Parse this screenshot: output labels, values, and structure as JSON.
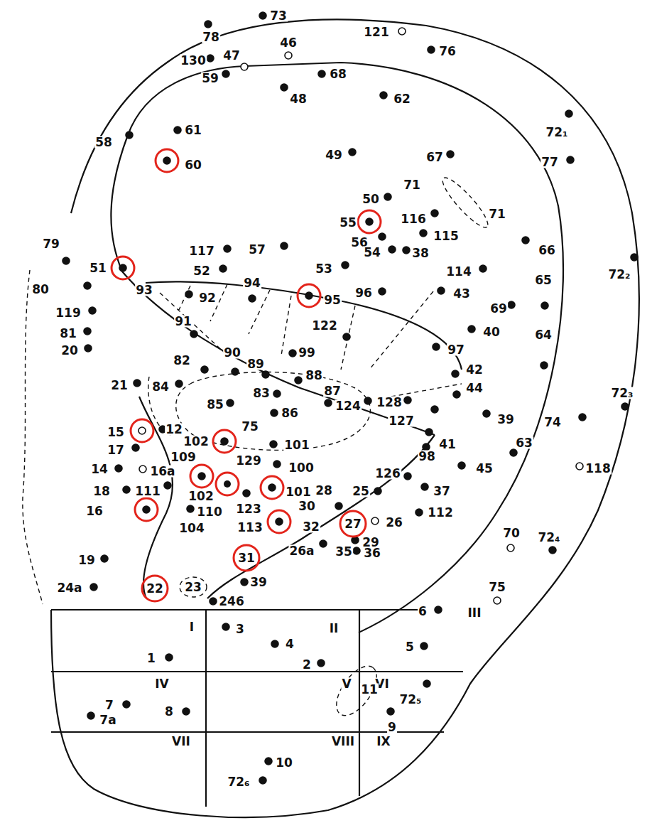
{
  "diagram": {
    "labels": [
      "73",
      "78",
      "121",
      "46",
      "130",
      "47",
      "76",
      "59",
      "68",
      "48",
      "62",
      "72₁",
      "58",
      "61",
      "60",
      "49",
      "67",
      "77",
      "71",
      "71",
      "50",
      "55",
      "116",
      "115",
      "56",
      "54",
      "38",
      "66",
      "72₂",
      "79",
      "51",
      "117",
      "57",
      "52",
      "53",
      "114",
      "80",
      "93",
      "92",
      "94",
      "95",
      "96",
      "43",
      "65",
      "69",
      "119",
      "91",
      "122",
      "40",
      "81",
      "20",
      "64",
      "97",
      "82",
      "90",
      "89",
      "99",
      "88",
      "42",
      "84",
      "21",
      "44",
      "83",
      "87",
      "72₃",
      "85",
      "128",
      "124",
      "127",
      "86",
      "39",
      "74",
      "15",
      "12",
      "102",
      "75",
      "17",
      "98",
      "63",
      "14",
      "16a",
      "129",
      "101",
      "100",
      "41",
      "118",
      "45",
      "126",
      "109",
      "18",
      "111",
      "102",
      "123",
      "101",
      "28",
      "25",
      "37",
      "16",
      "110",
      "30",
      "112",
      "113",
      "32",
      "27",
      "26",
      "29",
      "104",
      "70",
      "31",
      "26a",
      "35",
      "36",
      "72₄",
      "19",
      "24a",
      "22",
      "23",
      "39",
      "246",
      "75",
      "6",
      "III",
      "I",
      "3",
      "II",
      "4",
      "5",
      "1",
      "2",
      "IV",
      "V",
      "VI",
      "72₅",
      "11",
      "7",
      "7a",
      "8",
      "9",
      "VII",
      "VIII",
      "IX",
      "10",
      "72₆"
    ]
  }
}
